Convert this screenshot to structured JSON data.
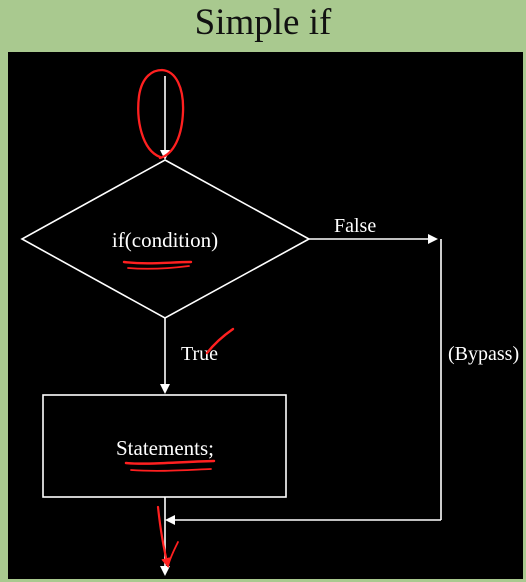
{
  "title": "Simple if",
  "flowchart": {
    "condition": "if(condition)",
    "false_label": "False",
    "true_label": "True",
    "statements": "Statements;",
    "bypass_label": "(Bypass)"
  },
  "colors": {
    "title_background": "#a9c98f",
    "canvas_background": "#000000",
    "lines": "#ffffff",
    "annotation": "#ff2020"
  }
}
